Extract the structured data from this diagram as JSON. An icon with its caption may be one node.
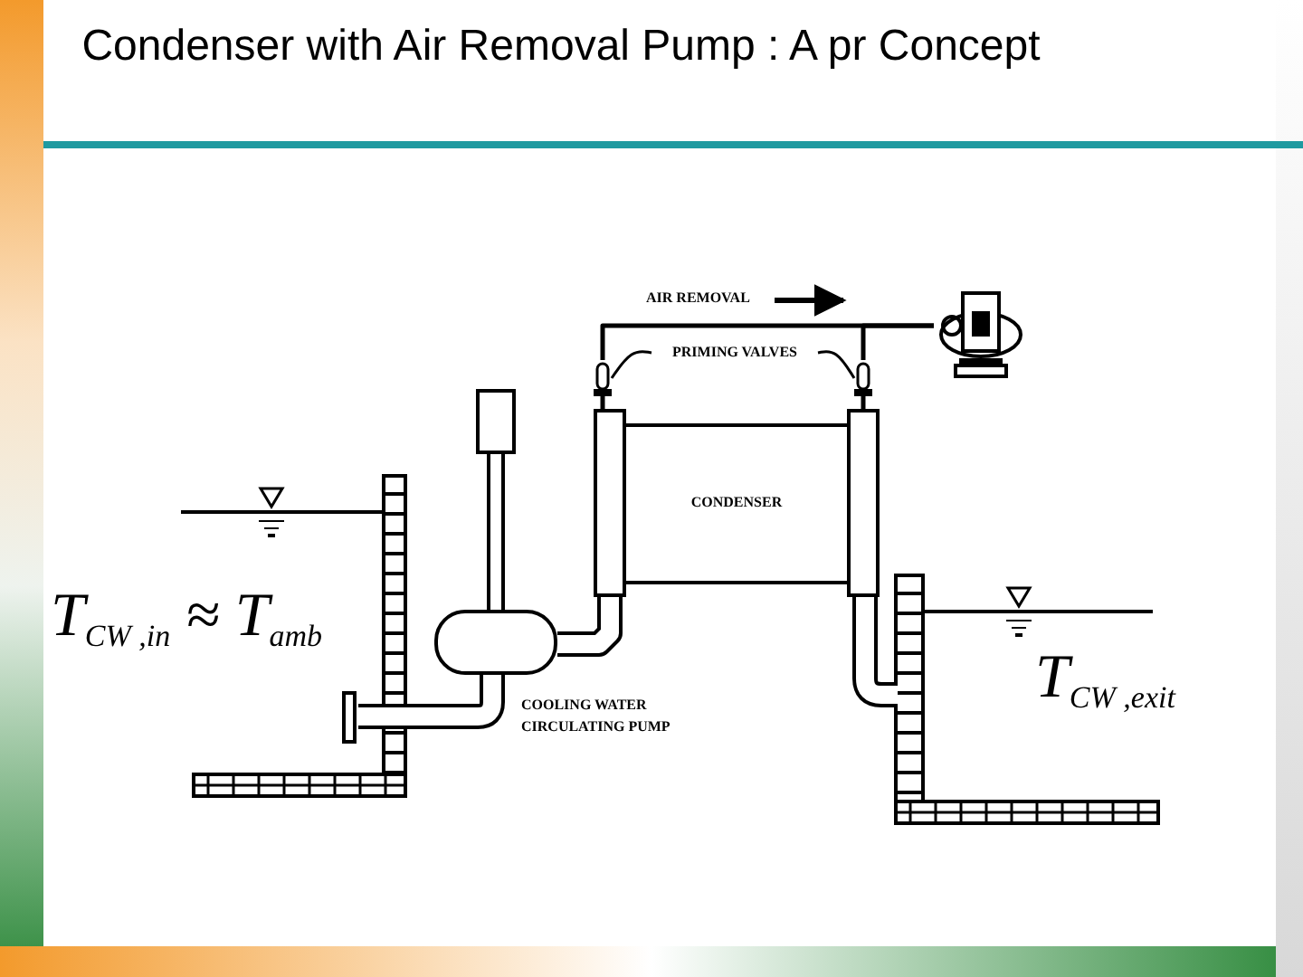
{
  "diagram": {
    "title": "Condenser with Air Removal Pump : A pr Concept",
    "nodes": [
      {
        "text": [
          "CONDENSER"
        ]
      },
      {
        "text": [],
        "shape": "picture",
        "beside": [
          "COOLING WATER CIRCULATING PUMP"
        ]
      },
      {
        "text": [],
        "shape": "picture"
      },
      {
        "text": [
          "PRIMING VALVES"
        ]
      },
      {
        "text": [],
        "shape": "picture"
      },
      {
        "text": [],
        "shape": "picture"
      }
    ],
    "edges": [
      {
        "from": 3,
        "to": 4,
        "arrow": "none"
      },
      {
        "from": 3,
        "to": 5,
        "arrow": "none"
      },
      {
        "from": 4,
        "to": 2,
        "arrow": "none"
      },
      {
        "from": 5,
        "to": 2,
        "arrow": "none"
      },
      {
        "from": 1,
        "to": 0,
        "arrow": "none",
        "style": "thick"
      },
      {
        "from": 4,
        "to": 0,
        "arrow": "none"
      },
      {
        "from": 5,
        "to": 0,
        "arrow": "none"
      }
    ],
    "labels": [
      "AIR REMOVAL",
      "T$_{CW ,in}$ ≈ T$_{amb}$",
      "T$_{CW ,exit}$"
    ]
  }
}
